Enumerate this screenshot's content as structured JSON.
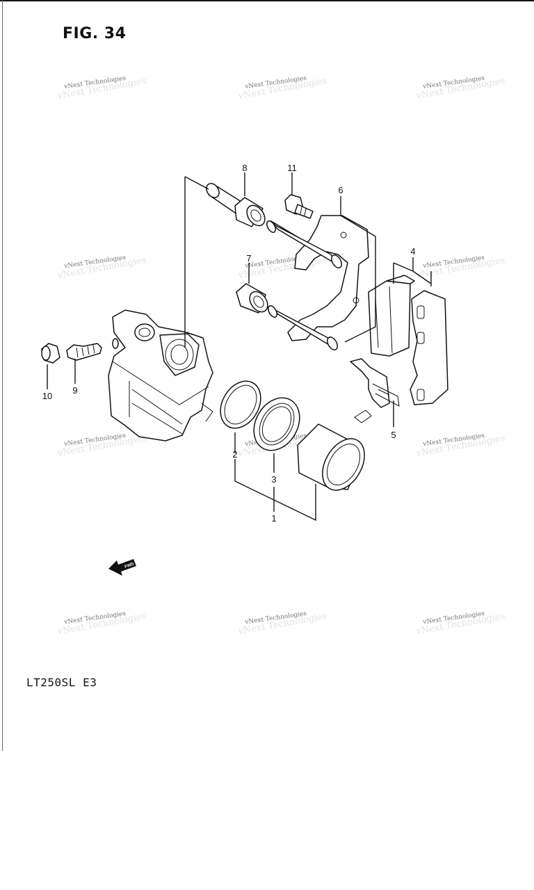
{
  "figure": {
    "title": "FIG. 34",
    "model": "LT250SL  E3"
  },
  "watermark": {
    "text": "vNext Technologies"
  },
  "direction_marker": {
    "text": "FWD",
    "icon": "forward-arrow-icon"
  },
  "callouts": [
    "1",
    "2",
    "3",
    "4",
    "5",
    "6",
    "7",
    "8",
    "9",
    "10",
    "11"
  ],
  "colors": {
    "ink": "#111111",
    "watermark": "#777777",
    "background": "#ffffff"
  }
}
